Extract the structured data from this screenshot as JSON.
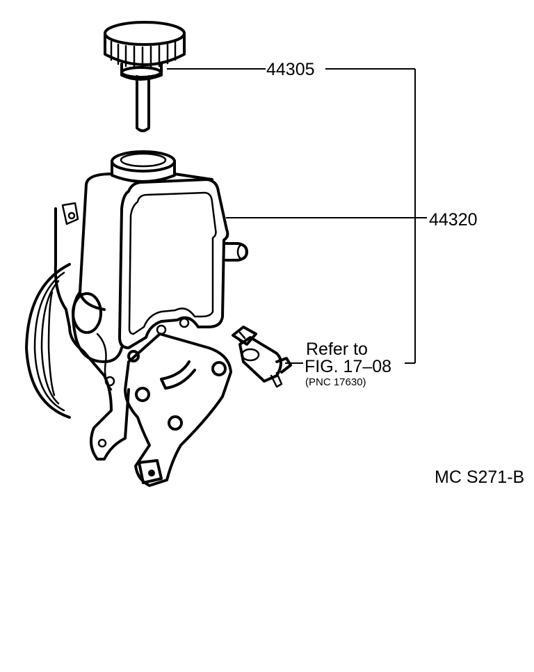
{
  "callouts": {
    "cap_part_no": "44305",
    "pump_part_no": "44320",
    "refer_line1": "Refer to",
    "refer_line2": "FIG. 17–08",
    "refer_pnc": "(PNC 17630)"
  },
  "figure_code": "MC S271-B",
  "colors": {
    "ink": "#000000",
    "paper": "#ffffff"
  }
}
